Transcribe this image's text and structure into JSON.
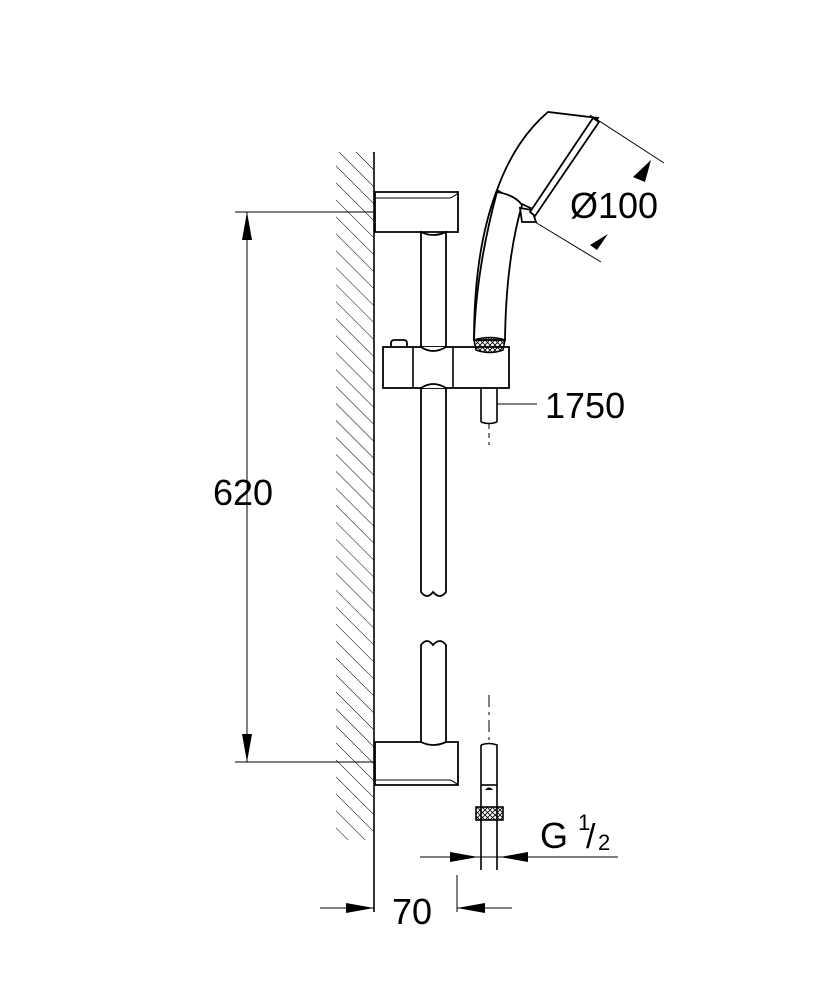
{
  "drawing": {
    "title": "Shower rail set dimension drawing",
    "dimensions": {
      "rail_height": "620",
      "head_diameter": "Ø100",
      "hose_length": "1750",
      "wall_projection": "70",
      "connection_thread": "G",
      "thread_num": "1",
      "thread_den": "2"
    },
    "colors": {
      "line": "#000000",
      "background": "#ffffff"
    }
  }
}
